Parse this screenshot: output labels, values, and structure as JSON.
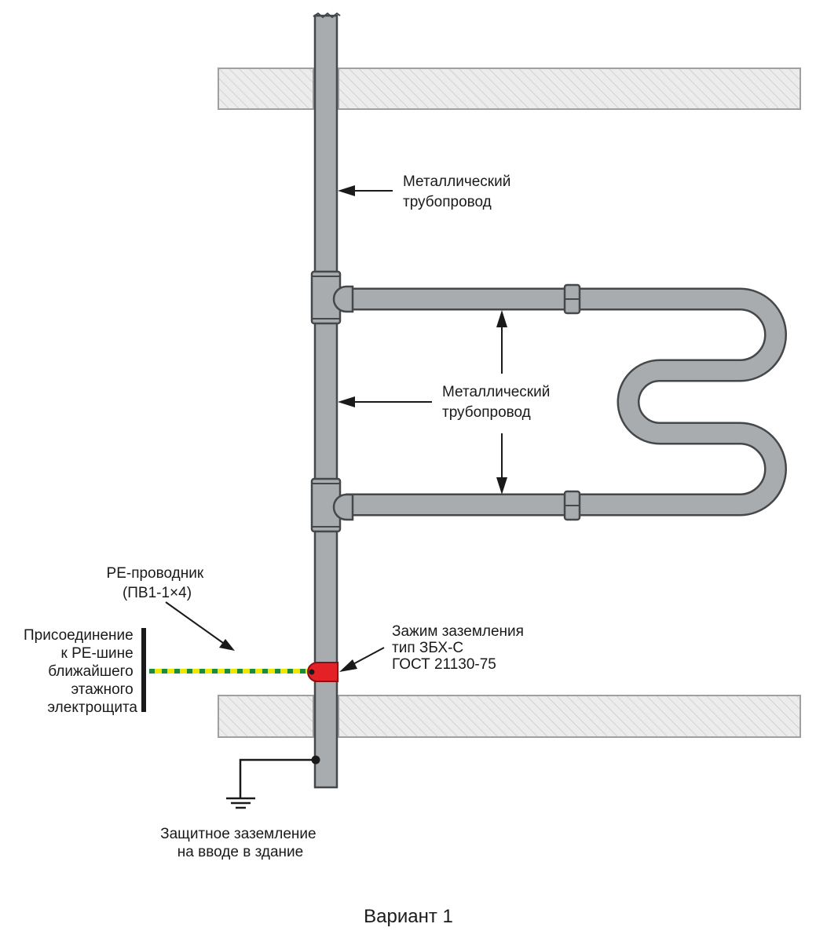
{
  "labels": {
    "pipe_riser": [
      "Металлический",
      "трубопровод"
    ],
    "pipe_rail": [
      "Металлический",
      "трубопровод"
    ],
    "pe_conductor": [
      "PE-проводник",
      "(ПВ1-1×4)"
    ],
    "pe_bus": [
      "Присоединение",
      "к PE-шине",
      "ближайшего",
      "этажного",
      "электрощита"
    ],
    "clamp": [
      "Зажим заземления",
      "тип ЗБХ-С",
      "ГОСТ 21130-75"
    ],
    "earth": [
      "Защитное заземление",
      "на вводе в здание"
    ]
  },
  "caption": "Вариант 1",
  "colors": {
    "pipe_fill": "#a9acae",
    "pipe_stroke": "#45484a",
    "slab_fill": "#e7e7e7",
    "slab_stroke": "#9a9a9a",
    "clamp": "#e32127",
    "pe_green": "#1f8a3a",
    "pe_yellow": "#f2e500"
  },
  "icons": {
    "ground_symbol": "ground-icon",
    "arrow": "arrow-icon"
  }
}
